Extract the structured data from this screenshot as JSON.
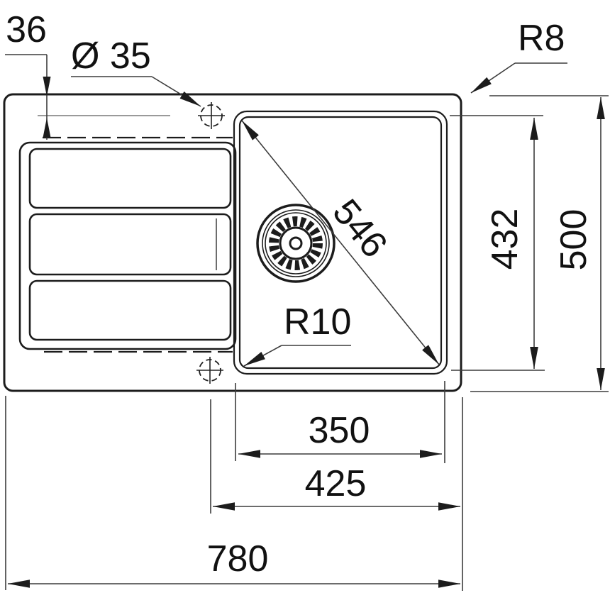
{
  "drawing": {
    "subject": "kitchen sink with drainboard - top view technical drawing",
    "units": "mm",
    "dimensions": {
      "rim_to_ledge": "36",
      "tap_hole_diameter": "Ø 35",
      "outer_corner_radius": "R8",
      "bowl_diagonal": "546",
      "bowl_length": "432",
      "overall_depth": "500",
      "bowl_corner_radius": "R10",
      "bowl_width": "350",
      "tap_to_edge": "425",
      "overall_width": "780"
    },
    "colors": {
      "background": "#ffffff",
      "outline": "#1c1c1c",
      "dimension_lines": "#3c3c3c",
      "centerline": "#9a9a9a"
    }
  }
}
